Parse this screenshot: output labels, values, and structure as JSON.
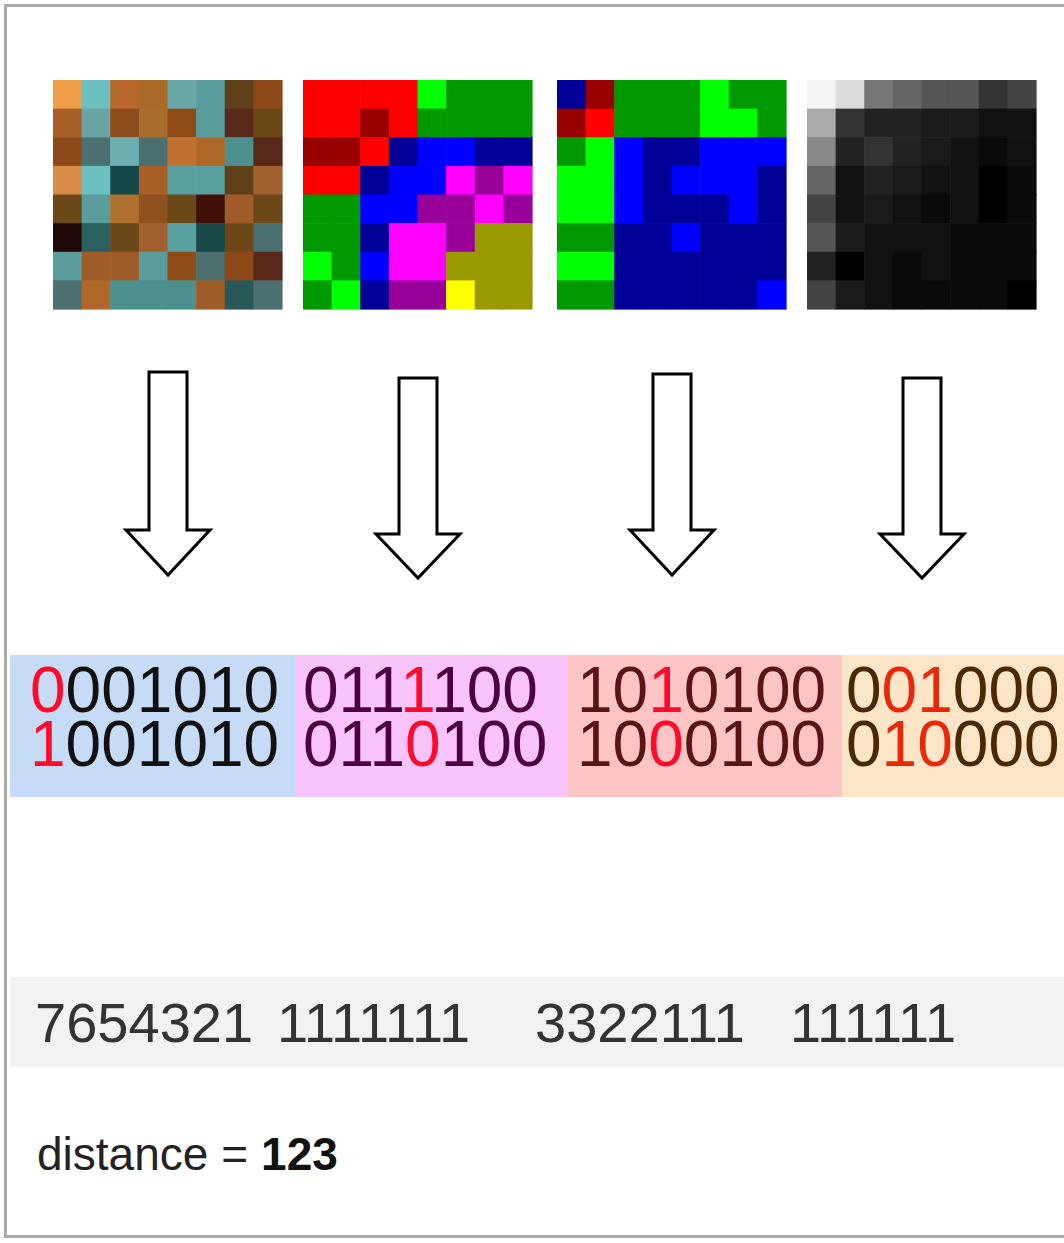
{
  "diagram": {
    "labels": [
      "0001010",
      "0111100",
      "1010100",
      "001000",
      "1001010",
      "0110100",
      "1000100",
      "010000",
      "7654321",
      "1111111",
      "3322111",
      "111111",
      "distance =",
      "123"
    ]
  }
}
